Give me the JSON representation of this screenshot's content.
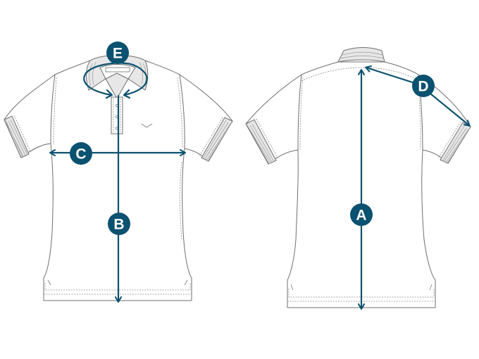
{
  "measurements": {
    "a": {
      "label": "A"
    },
    "b": {
      "label": "B"
    },
    "c": {
      "label": "C"
    },
    "d": {
      "label": "D"
    },
    "e": {
      "label": "E"
    }
  },
  "colors": {
    "measure_line": "#0b5170",
    "garment_outline": "#6f6f6f",
    "rib_fill": "#e7e7e7",
    "background": "#ffffff"
  }
}
